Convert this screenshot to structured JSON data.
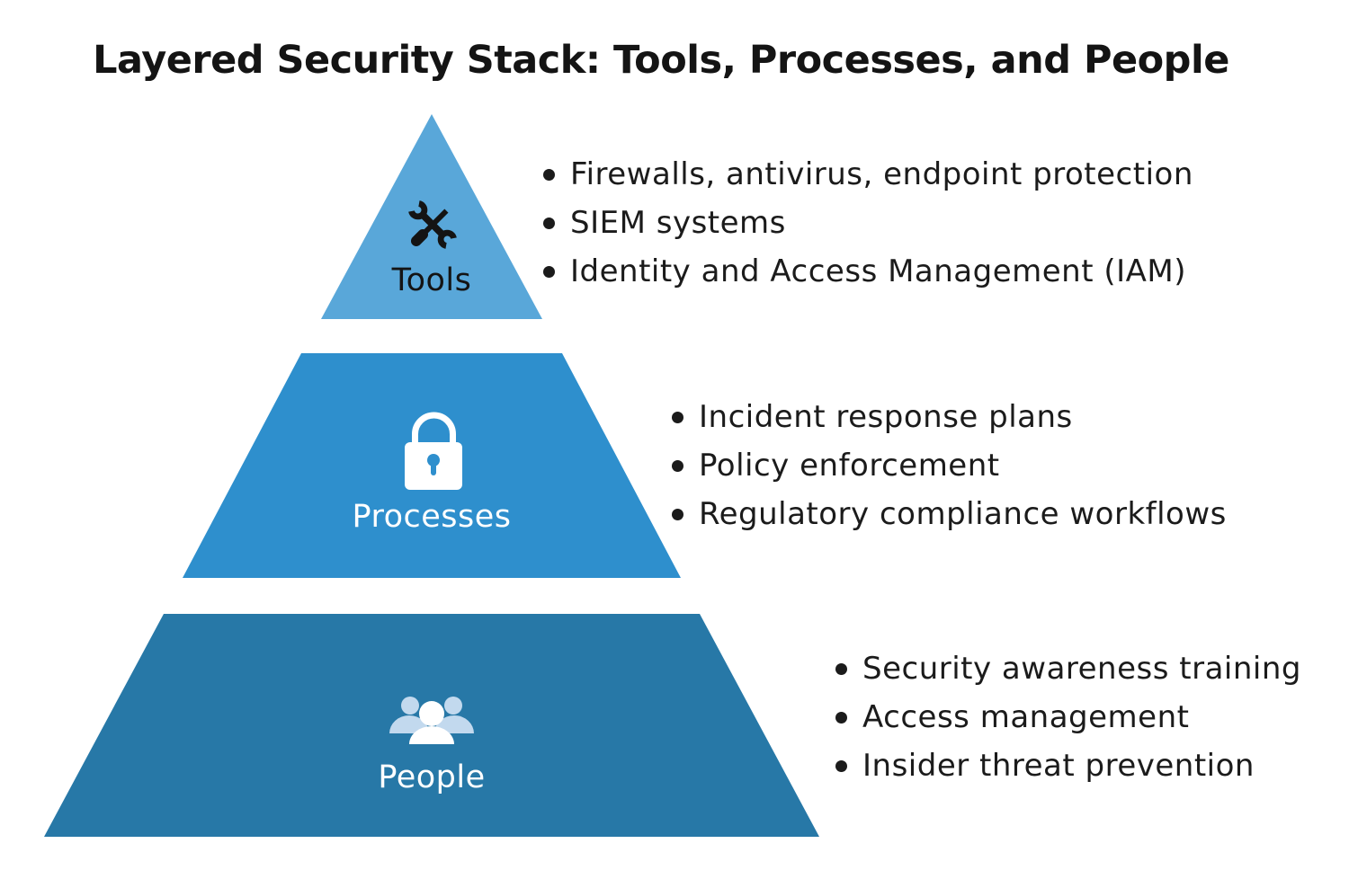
{
  "title": "Layered Security Stack: Tools, Processes, and People",
  "layers": [
    {
      "name": "Tools",
      "label": "Tools",
      "icon": "crossed-wrench-and-screwdriver",
      "shape_color": "#59A7D9",
      "label_color": "#141414",
      "icon_color": "#141414",
      "bullets": [
        "Firewalls, antivirus, endpoint protection",
        "SIEM systems",
        "Identity and Access Management (IAM)"
      ]
    },
    {
      "name": "Processes",
      "label": "Processes",
      "icon": "padlock",
      "shape_color": "#2E8FCD",
      "label_color": "#FFFFFF",
      "icon_color": "#FFFFFF",
      "bullets": [
        "Incident response plans",
        "Policy enforcement",
        "Regulatory compliance workflows"
      ]
    },
    {
      "name": "People",
      "label": "People",
      "icon": "group-of-people",
      "shape_color": "#2778A7",
      "label_color": "#FFFFFF",
      "icon_color": "#FFFFFF",
      "icon_secondary_color": "#C2D9EE",
      "bullets": [
        "Security awareness training",
        "Access management",
        "Insider threat prevention"
      ]
    }
  ]
}
